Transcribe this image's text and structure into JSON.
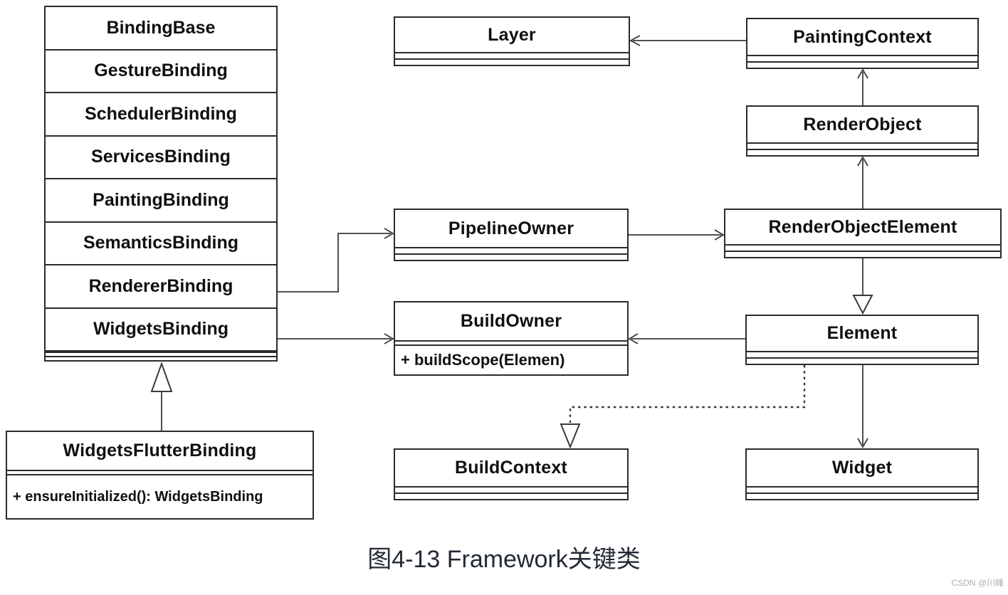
{
  "caption": "图4-13 Framework关键类",
  "watermark": "CSDN @川峰",
  "colors": {
    "line": "#3a3a3a",
    "box_border": "#2b2b2b",
    "caption_text": "#232a35",
    "watermark_text": "#aaadb3"
  },
  "classes": {
    "bindings_stack": {
      "items": [
        "BindingBase",
        "GestureBinding",
        "SchedulerBinding",
        "ServicesBinding",
        "PaintingBinding",
        "SemanticsBinding",
        "RendererBinding",
        "WidgetsBinding"
      ]
    },
    "widgets_flutter_binding": {
      "title": "WidgetsFlutterBinding",
      "method": "+ ensureInitialized(): WidgetsBinding"
    },
    "layer": {
      "title": "Layer"
    },
    "painting_context": {
      "title": "PaintingContext"
    },
    "render_object": {
      "title": "RenderObject"
    },
    "pipeline_owner": {
      "title": "PipelineOwner"
    },
    "render_object_element": {
      "title": "RenderObjectElement"
    },
    "build_owner": {
      "title": "BuildOwner",
      "method": "+ buildScope(Elemen)"
    },
    "element": {
      "title": "Element"
    },
    "build_context": {
      "title": "BuildContext"
    },
    "widget": {
      "title": "Widget"
    }
  },
  "relations": [
    {
      "from": "PaintingContext",
      "to": "Layer",
      "type": "association-arrow"
    },
    {
      "from": "RenderObject",
      "to": "PaintingContext",
      "type": "association-arrow"
    },
    {
      "from": "RenderObjectElement",
      "to": "RenderObject",
      "type": "association-arrow"
    },
    {
      "from": "RendererBinding",
      "to": "PipelineOwner",
      "type": "association-arrow"
    },
    {
      "from": "PipelineOwner",
      "to": "RenderObjectElement",
      "type": "association-arrow"
    },
    {
      "from": "WidgetsBinding",
      "to": "BuildOwner",
      "type": "association-arrow"
    },
    {
      "from": "Element",
      "to": "BuildOwner",
      "type": "association-arrow"
    },
    {
      "from": "RenderObjectElement",
      "to": "Element",
      "type": "generalization"
    },
    {
      "from": "Element",
      "to": "Widget",
      "type": "association-arrow"
    },
    {
      "from": "Element",
      "to": "BuildContext",
      "type": "realization-dashed"
    },
    {
      "from": "WidgetsFlutterBinding",
      "to": "WidgetsBinding",
      "type": "generalization"
    }
  ]
}
